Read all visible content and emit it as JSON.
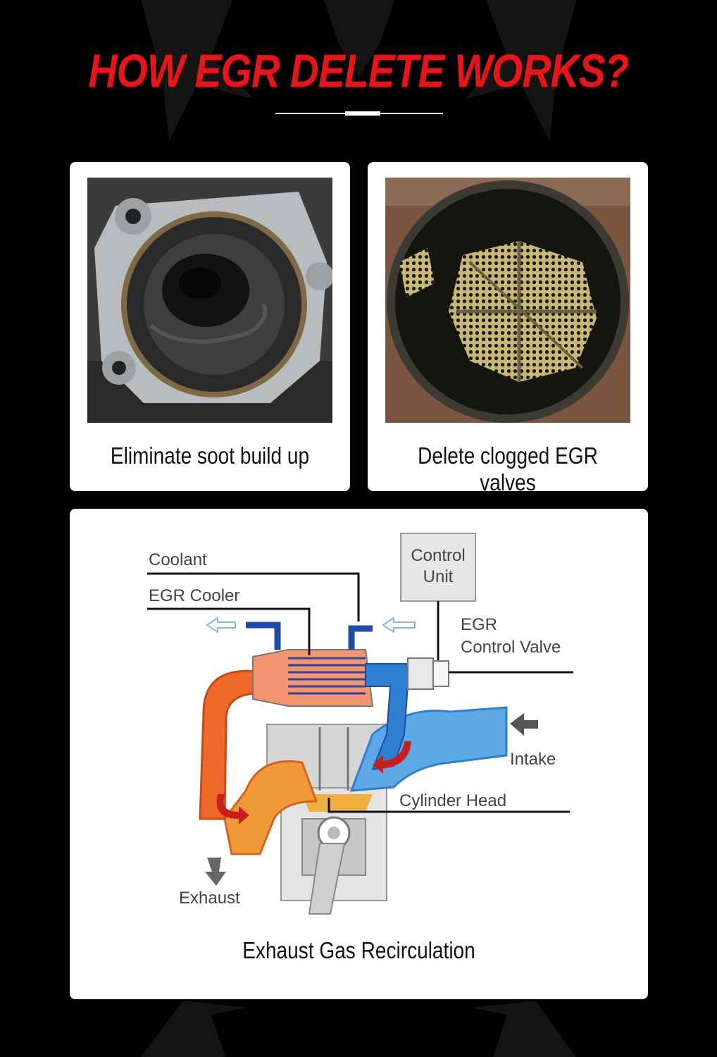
{
  "header": {
    "title": "HOW EGR DELETE WORKS?"
  },
  "cards": [
    {
      "caption": "Eliminate soot build up"
    },
    {
      "caption": "Delete clogged EGR valves"
    }
  ],
  "diagram": {
    "caption": "Exhaust Gas Recirculation",
    "labels": {
      "coolant": "Coolant",
      "egr_cooler": "EGR Cooler",
      "control_unit_1": "Control",
      "control_unit_2": "Unit",
      "egr_valve_1": "EGR",
      "egr_valve_2": "Control Valve",
      "intake": "Intake",
      "cylinder_head": "Cylinder Head",
      "exhaust": "Exhaust"
    }
  },
  "colors": {
    "title_red": "#e3161c",
    "hot_orange": "#ef6a2a",
    "cool_blue": "#2f7fd0"
  }
}
